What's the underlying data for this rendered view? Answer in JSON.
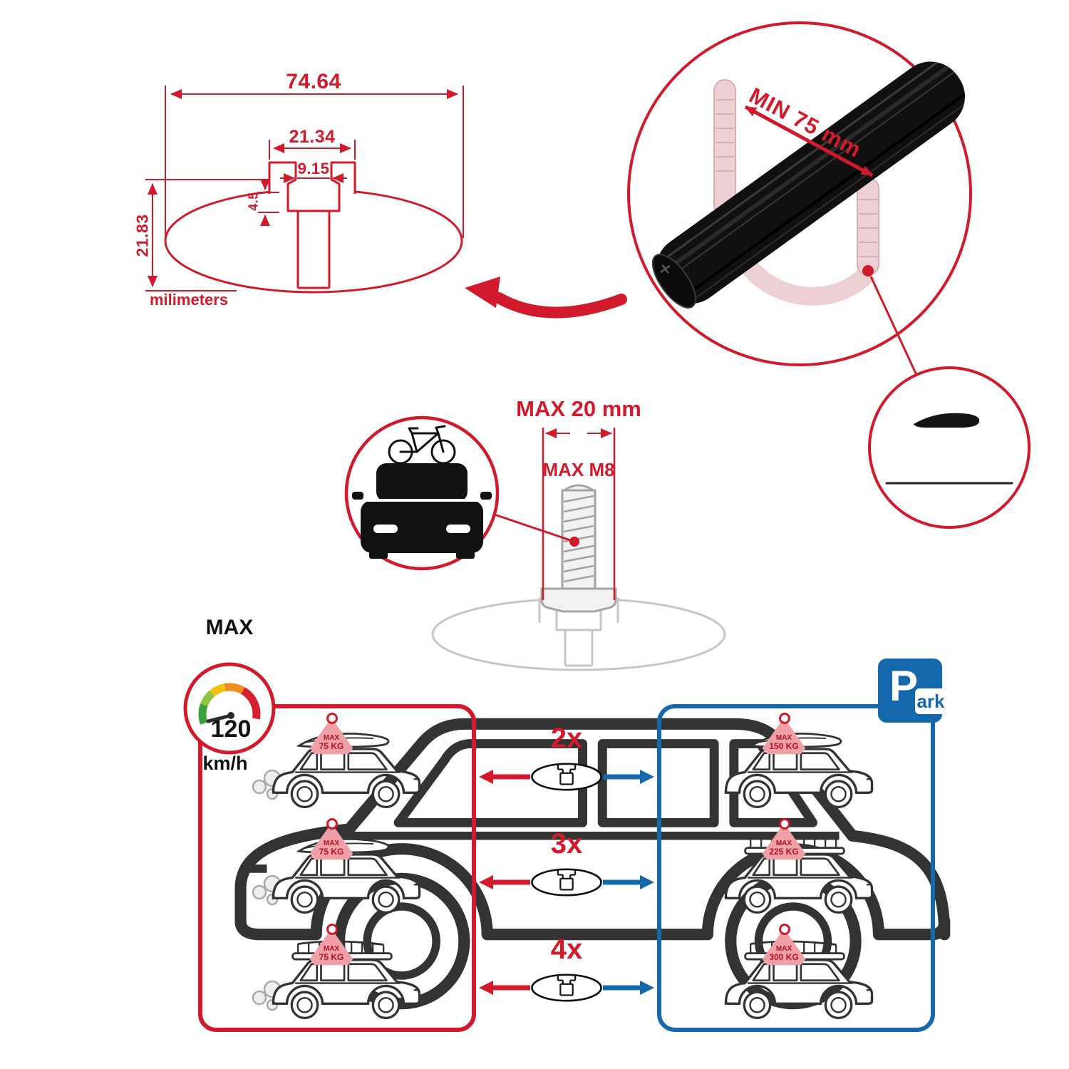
{
  "colors": {
    "accent_red": "#d11a2b",
    "accent_blue": "#1668ac",
    "bar_black": "#101010",
    "ghost_grey": "#c6c6c6",
    "ghost_pink": "#ecd0d3",
    "badge_pink": "#ef9fa6"
  },
  "profile_dimensions": {
    "total_width": "74.64",
    "channel_outer_width": "21.34",
    "slot_opening_width": "9.15",
    "lip_depth": "4.5",
    "total_height": "21.83",
    "units_label": "milimeters"
  },
  "bar_detail": {
    "min_span_label": "MIN 75 mm"
  },
  "bolt_detail": {
    "max_width_label": "MAX 20 mm",
    "max_thread_label": "MAX M8"
  },
  "speed_limit": {
    "label": "MAX",
    "value": "120",
    "unit": "km/h"
  },
  "park_sign": {
    "letter": "P",
    "suffix": "ark"
  },
  "bar_counts": [
    {
      "label": "2x"
    },
    {
      "label": "3x"
    },
    {
      "label": "4x"
    }
  ],
  "dynamic_max_loads": [
    {
      "label": "MAX",
      "value": "75 KG"
    },
    {
      "label": "MAX",
      "value": "75 KG"
    },
    {
      "label": "MAX",
      "value": "75 KG"
    }
  ],
  "static_max_loads": [
    {
      "label": "MAX",
      "value": "150 KG"
    },
    {
      "label": "MAX",
      "value": "225 KG"
    },
    {
      "label": "MAX",
      "value": "300 KG"
    }
  ]
}
